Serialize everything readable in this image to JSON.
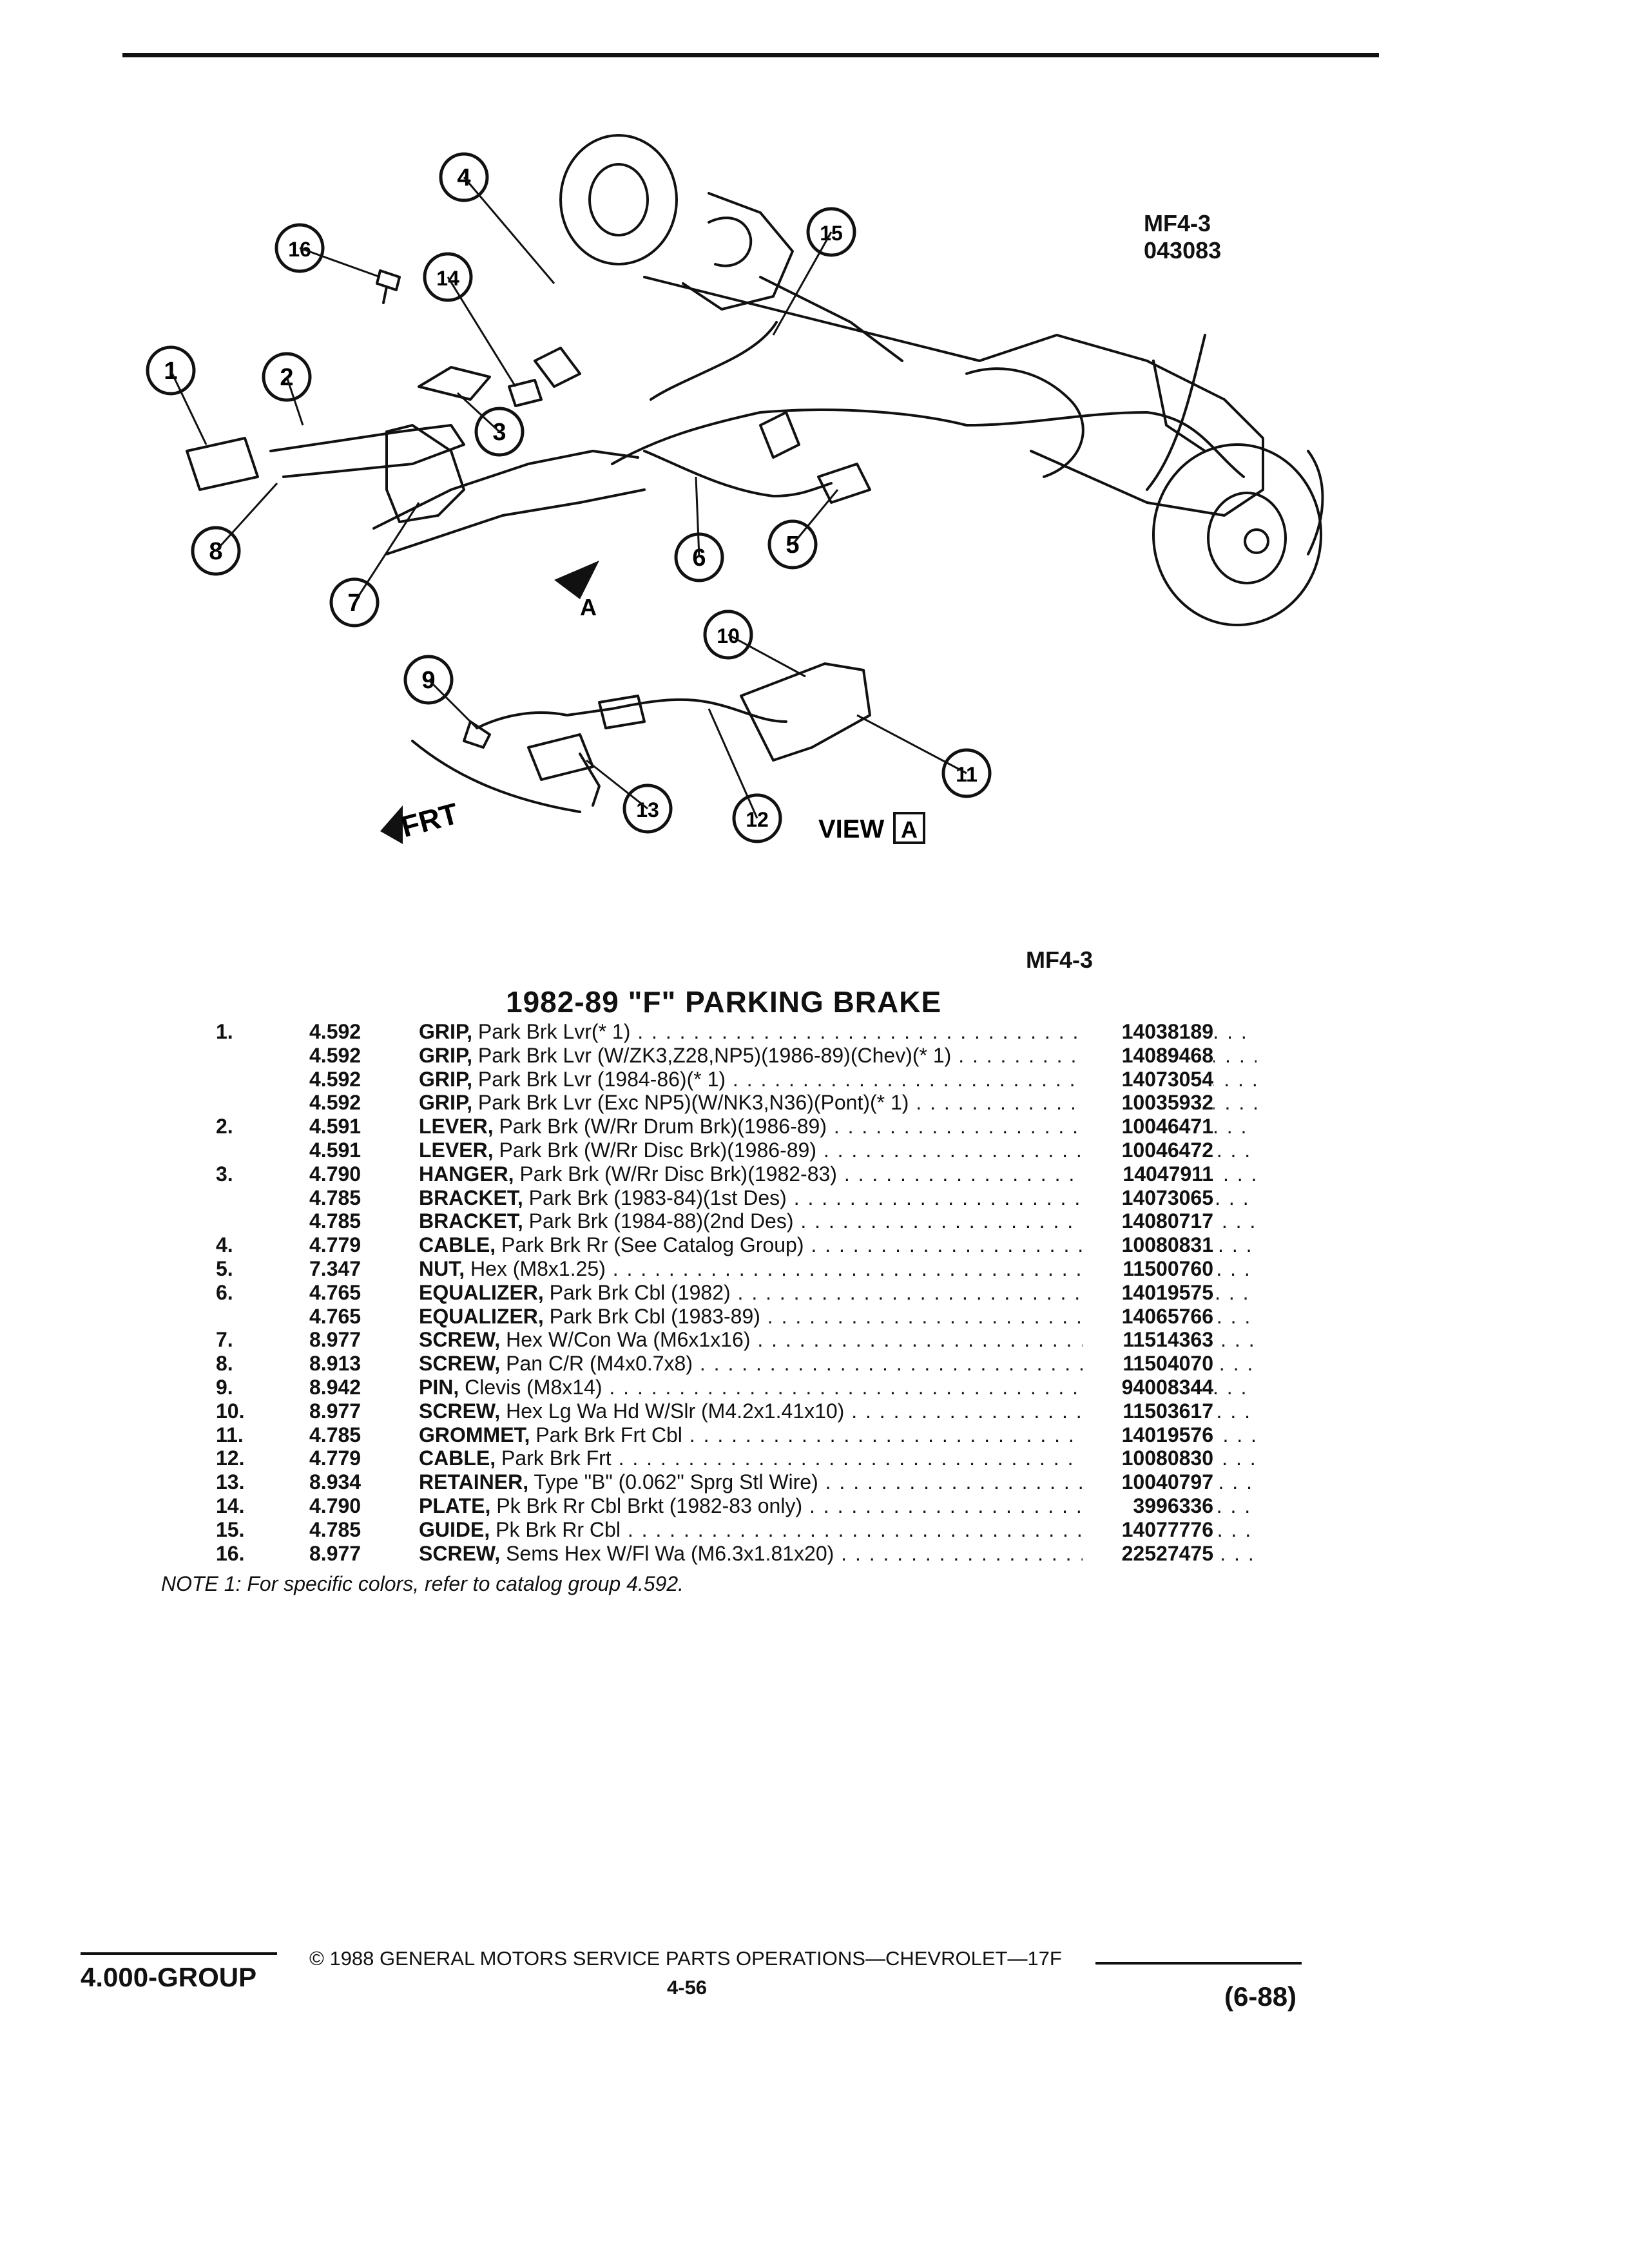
{
  "figure": {
    "id_top": "MF4-3",
    "id_code": "043083",
    "id_bottom": "MF4-3",
    "view_label": "VIEW",
    "view_letter": "A",
    "arrow_letter": "A",
    "front_label": "FRT",
    "callouts": [
      "1",
      "2",
      "3",
      "4",
      "5",
      "6",
      "7",
      "8",
      "9",
      "10",
      "11",
      "12",
      "13",
      "14",
      "15",
      "16"
    ]
  },
  "title": "1982-89 \"F\" PARKING BRAKE",
  "parts": [
    {
      "idx": "1.",
      "group": "4.592",
      "name": "GRIP,",
      "desc": "Park Brk Lvr(* 1)",
      "pn": "14038189"
    },
    {
      "idx": "",
      "group": "4.592",
      "name": "GRIP,",
      "desc": "Park Brk Lvr (W/ZK3,Z28,NP5)(1986-89)(Chev)(* 1)",
      "pn": "14089468"
    },
    {
      "idx": "",
      "group": "4.592",
      "name": "GRIP,",
      "desc": "Park Brk Lvr (1984-86)(* 1)",
      "pn": "14073054"
    },
    {
      "idx": "",
      "group": "4.592",
      "name": "GRIP,",
      "desc": "Park Brk Lvr (Exc NP5)(W/NK3,N36)(Pont)(* 1)",
      "pn": "10035932"
    },
    {
      "idx": "2.",
      "group": "4.591",
      "name": "LEVER,",
      "desc": "Park Brk (W/Rr Drum Brk)(1986-89)",
      "pn": "10046471"
    },
    {
      "idx": "",
      "group": "4.591",
      "name": "LEVER,",
      "desc": "Park Brk (W/Rr Disc Brk)(1986-89)",
      "pn": "10046472"
    },
    {
      "idx": "3.",
      "group": "4.790",
      "name": "HANGER,",
      "desc": "Park Brk (W/Rr Disc Brk)(1982-83)",
      "pn": "14047911"
    },
    {
      "idx": "",
      "group": "4.785",
      "name": "BRACKET,",
      "desc": "Park Brk (1983-84)(1st Des)",
      "pn": "14073065"
    },
    {
      "idx": "",
      "group": "4.785",
      "name": "BRACKET,",
      "desc": "Park Brk (1984-88)(2nd Des)",
      "pn": "14080717"
    },
    {
      "idx": "4.",
      "group": "4.779",
      "name": "CABLE,",
      "desc": "Park Brk Rr (See Catalog Group)",
      "pn": "10080831"
    },
    {
      "idx": "5.",
      "group": "7.347",
      "name": "NUT,",
      "desc": "Hex (M8x1.25)",
      "pn": "11500760"
    },
    {
      "idx": "6.",
      "group": "4.765",
      "name": "EQUALIZER,",
      "desc": "Park Brk Cbl (1982)",
      "pn": "14019575"
    },
    {
      "idx": "",
      "group": "4.765",
      "name": "EQUALIZER,",
      "desc": "Park Brk Cbl (1983-89)",
      "pn": "14065766"
    },
    {
      "idx": "7.",
      "group": "8.977",
      "name": "SCREW,",
      "desc": "Hex W/Con Wa (M6x1x16)",
      "pn": "11514363"
    },
    {
      "idx": "8.",
      "group": "8.913",
      "name": "SCREW,",
      "desc": "Pan C/R (M4x0.7x8)",
      "pn": "11504070"
    },
    {
      "idx": "9.",
      "group": "8.942",
      "name": "PIN,",
      "desc": "Clevis (M8x14)",
      "pn": "94008344"
    },
    {
      "idx": "10.",
      "group": "8.977",
      "name": "SCREW,",
      "desc": "Hex Lg Wa Hd W/Slr (M4.2x1.41x10)",
      "pn": "11503617"
    },
    {
      "idx": "11.",
      "group": "4.785",
      "name": "GROMMET,",
      "desc": "Park Brk Frt Cbl",
      "pn": "14019576"
    },
    {
      "idx": "12.",
      "group": "4.779",
      "name": "CABLE,",
      "desc": "Park Brk Frt",
      "pn": "10080830"
    },
    {
      "idx": "13.",
      "group": "8.934",
      "name": "RETAINER,",
      "desc": "Type \"B\" (0.062\" Sprg Stl Wire)",
      "pn": "10040797"
    },
    {
      "idx": "14.",
      "group": "4.790",
      "name": "PLATE,",
      "desc": "Pk Brk Rr Cbl Brkt (1982-83 only)",
      "pn": "3996336"
    },
    {
      "idx": "15.",
      "group": "4.785",
      "name": "GUIDE,",
      "desc": "Pk Brk Rr Cbl",
      "pn": "14077776"
    },
    {
      "idx": "16.",
      "group": "8.977",
      "name": "SCREW,",
      "desc": "Sems Hex W/Fl Wa (M6.3x1.81x20)",
      "pn": "22527475"
    }
  ],
  "note": "NOTE 1: For specific colors, refer to catalog group 4.592.",
  "footer": {
    "group": "4.000-GROUP",
    "copyright": "© 1988 GENERAL MOTORS SERVICE PARTS OPERATIONS—CHEVROLET—17F",
    "page": "4-56",
    "date": "(6-88)"
  }
}
